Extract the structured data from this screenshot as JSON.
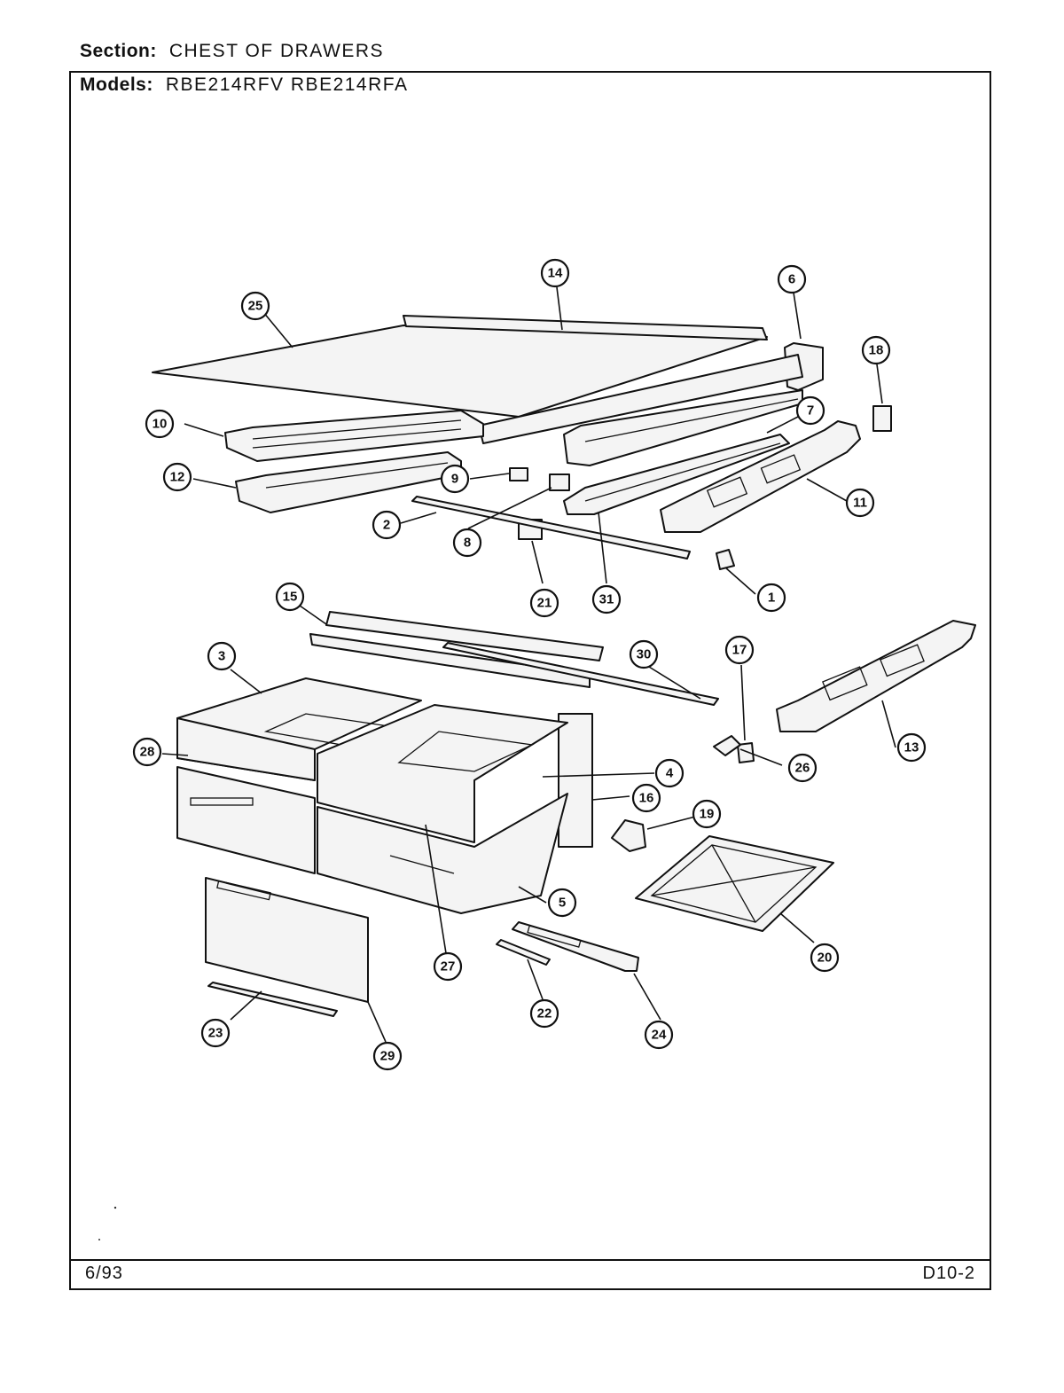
{
  "header": {
    "section_label": "Section:",
    "section_value": "CHEST OF DRAWERS",
    "models_label": "Models:",
    "models_value": "RBE214RFV   RBE214RFA"
  },
  "footer": {
    "date": "6/93",
    "code": "D10-2"
  },
  "callouts": [
    "1",
    "2",
    "3",
    "4",
    "5",
    "6",
    "7",
    "8",
    "9",
    "10",
    "11",
    "12",
    "13",
    "14",
    "15",
    "16",
    "17",
    "18",
    "19",
    "20",
    "21",
    "22",
    "23",
    "24",
    "25",
    "26",
    "27",
    "28",
    "29",
    "30",
    "31"
  ]
}
